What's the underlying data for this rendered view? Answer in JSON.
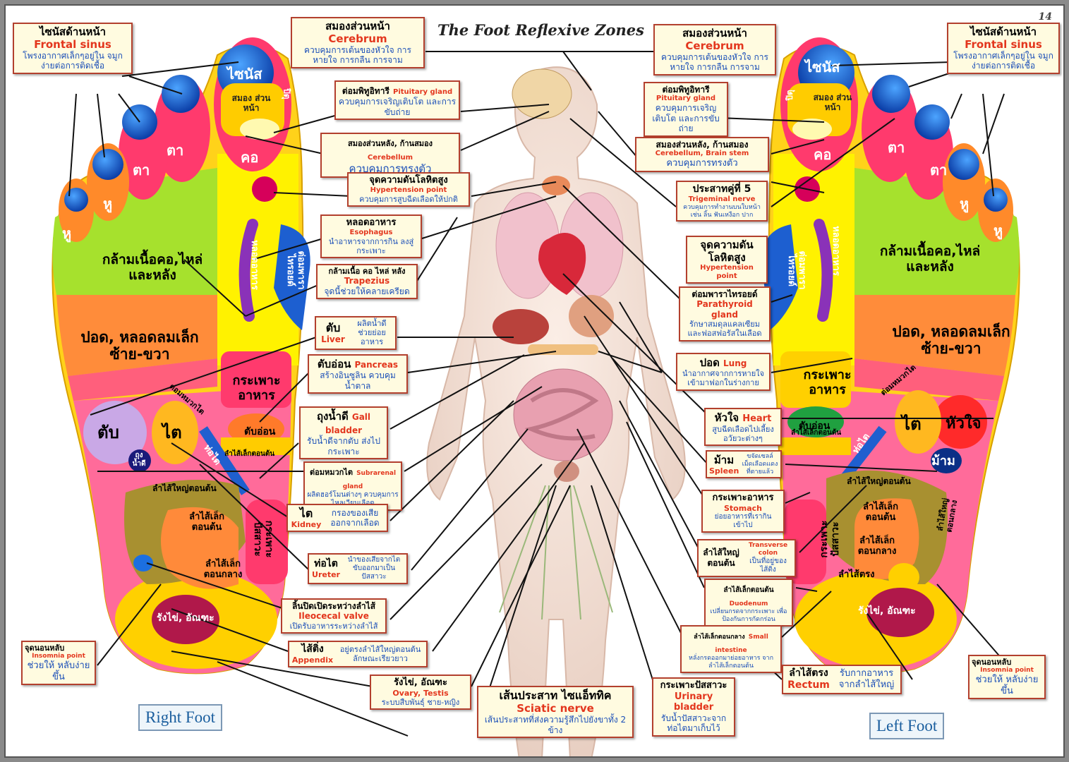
{
  "title": "The Foot Reflexive Zones",
  "page_number": "14",
  "right_foot_label": "Right Foot",
  "left_foot_label": "Left Foot",
  "callouts": {
    "frontal_r": {
      "th": "ไซนัสด้านหน้า",
      "en": "Frontal sinus",
      "desc": "โพรงอากาศเล็กๆอยู่ใน จมูก ง่ายต่อการติดเชื้อ"
    },
    "frontal_l": {
      "th": "ไซนัสด้านหน้า",
      "en": "Frontal sinus",
      "desc": "โพรงอากาศเล็กๆอยู่ใน จมูก ง่ายต่อการติดเชื้อ"
    },
    "cerebrum_r": {
      "th": "สมองส่วนหน้า",
      "en": "Cerebrum",
      "desc": "ควบคุมการเต้นของหัวใจ การหายใจ การกลืน การจาม"
    },
    "cerebrum_l": {
      "th": "สมองส่วนหน้า",
      "en": "Cerebrum",
      "desc": "ควบคุมการเต้นของหัวใจ การหายใจ การกลืน การจาม"
    },
    "pituitary_r": {
      "th": "ต่อมพิทูอิทารี",
      "en": "Pituitary gland",
      "desc": "ควบคุมการเจริญเติบโต และการขับถ่าย"
    },
    "pituitary_l": {
      "th": "ต่อมพิทูอิทารี",
      "en": "Pituitary gland",
      "desc": "ควบคุมการเจริญเติบโต และการขับถ่าย"
    },
    "cerebellum_r": {
      "th": "สมองส่วนหลัง, ก้านสมอง",
      "en": "Cerebellum",
      "desc": "ควบคุมการทรงตัว"
    },
    "cerebellum_l": {
      "th": "สมองส่วนหลัง, ก้านสมอง",
      "en": "Cerebellum, Brain stem",
      "desc": "ควบคุมการทรงตัว"
    },
    "hypertension_r": {
      "th": "จุดความดันโลหิตสูง",
      "en": "Hypertension point",
      "desc": "ควบคุมการสูบฉีดเลือดให้ปกติ"
    },
    "hypertension_l": {
      "th": "จุดความดัน โลหิตสูง",
      "en": "Hypertension point"
    },
    "trigeminal": {
      "th": "ประสาทคู่ที่ 5",
      "en": "Trigeminal nerve",
      "desc": "ควบคุมการทำงานบนใบหน้า เช่น ลิ้น ฟันเหงือก ปาก"
    },
    "esophagus": {
      "th": "หลอดอาหาร",
      "en": "Esophagus",
      "desc": "นำอาหารจากการกิน ลงสู่กระเพาะ"
    },
    "trapezius": {
      "th": "กล้ามเนื้อ คอ ไหล่ หลัง",
      "en": "Trapezius",
      "desc": "จุดนี้ช่วยให้คลายเครียด"
    },
    "parathyroid": {
      "th": "ต่อมพาราไทรอยด์",
      "en": "Parathyroid gland",
      "desc": "รักษาสมดุลแคลเซียม และฟอสฟอรัสในเลือด"
    },
    "liver": {
      "th": "ตับ",
      "en": "Liver",
      "desc": "ผลิตน้ำดี ช่วยย่อย อาหาร"
    },
    "lung": {
      "th": "ปอด",
      "en": "Lung",
      "desc": "นำอากาศจากการหายใจ เข้ามาฟอกในร่างกาย"
    },
    "pancreas": {
      "th": "ตับอ่อน",
      "en": "Pancreas",
      "desc": "สร้างอินซูลิน ควบคุมน้ำตาล"
    },
    "heart": {
      "th": "หัวใจ",
      "en": "Heart",
      "desc": "สูบฉีดเลือดไปเลี้ยง อวัยวะต่างๆ"
    },
    "gall": {
      "th": "ถุงน้ำดี",
      "en": "Gall bladder",
      "desc": "รับน้ำดีจากตับ ส่งไปกระเพาะ"
    },
    "spleen": {
      "th": "ม้าม",
      "en": "Spleen",
      "desc": "ขจัดเซลล์ เม็ดเลือดแดง ที่ตายแล้ว"
    },
    "subrarenal": {
      "th": "ต่อมหมวกไต",
      "en": "Subrarenal gland",
      "desc": "ผลิตฮอร์โมนต่างๆ ควบคุมการไหลเวียนเลือด"
    },
    "stomach": {
      "th": "กระเพาะอาหาร",
      "en": "Stomach",
      "desc": "ย่อยอาหารที่เรากินเข้าไป"
    },
    "kidney": {
      "th": "ไต",
      "en": "Kidney",
      "desc": "กรองของเสีย ออกจากเลือด"
    },
    "transverse": {
      "th": "ลำไส้ใหญ่ ตอนต้น",
      "en": "Transverse colon",
      "desc": "เป็นที่อยู่ของ ไส้ติ่ง"
    },
    "ureter": {
      "th": "ท่อไต",
      "en": "Ureter",
      "desc": "นำของเสียจากไต ขับออกมาเป็น ปัสสาวะ"
    },
    "duodenum": {
      "th": "ลำไส้เล็กตอนต้น",
      "en": "Duodenum",
      "desc": "เปลี่ยนกรดจากกระเพาะ เพื่อป้องกันการกัดกร่อน"
    },
    "ileocecal": {
      "th": "ลิ้นปิดเปิดระหว่างลำไส้",
      "en": "Ileocecal valve",
      "desc": "เปิดรับอาหารระหว่างลำไส้"
    },
    "small_int": {
      "th": "ลำไส้เล็กตอนกลาง",
      "en": "Small intestine",
      "desc": "หลั่งกรดออกมาย่อยอาหาร จากลำไส้เล็กตอนต้น"
    },
    "appendix": {
      "th": "ไส้ติ่ง",
      "en": "Appendix",
      "desc": "อยู่ตรงลำไส้ใหญ่ตอนต้น ลักษณะเรียวยาว"
    },
    "ovary": {
      "th": "รังไข่, อัณฑะ",
      "en": "Ovary, Testis",
      "desc": "ระบบสืบพันธุ์ ชาย-หญิง"
    },
    "sciatic": {
      "th": "เส้นประสาท ไซแอ็ททิค",
      "en": "Sciatic nerve",
      "desc": "เส้นประสาทที่ส่งความรู้สึกไปยังขาทั้ง 2 ข้าง"
    },
    "bladder": {
      "th": "กระเพาะปัสสาวะ",
      "en": "Urinary bladder",
      "desc": "รับน้ำปัสสาวะจาก ท่อไตมาเก็บไว้"
    },
    "rectum": {
      "th": "ลำไส้ตรง",
      "en": "Rectum",
      "desc": "รับกากอาหาร จากลำไส้ใหญ่"
    },
    "insomnia_r": {
      "th": "จุดนอนหลับ",
      "en": "Insomnia point",
      "desc": "ช่วยให้ หลับง่ายขึ้น"
    },
    "insomnia_l": {
      "th": "จุดนอนหลับ",
      "en": "Insomnia point",
      "desc": "ช่วยให้ หลับง่ายขึ้น"
    }
  },
  "right_foot_zones": {
    "sinus": "ไซนัส",
    "brain": "สมอง ส่วนหน้า",
    "pit": "ปิตุ",
    "eye": "ตา",
    "ear": "หู",
    "neck": "คอ",
    "neck_shoulder": "กล้ามเนื้อคอ,ไหล่ และหลัง",
    "esophagus": "หลอดอาหาร",
    "parathyroid": "ต่อมพารา ไทรอยด์",
    "lung": "ปอด, หลอดลมเล็ก ซ้าย-ขวา",
    "stomach": "กระเพาะ อาหาร",
    "liver": "ตับ",
    "kidney": "ไต",
    "adrenal": "ต่อมหมวกไต",
    "pancreas": "ตับอ่อน",
    "duodenum": "ลำไส้เล็กตอนต้น",
    "ureter": "ท่อไต",
    "gall": "ถุง น้ำดี",
    "colon": "ลำไส้ใหญ่ตอนต้น",
    "small_int1": "ลำไส้เล็ก ตอนต้น",
    "small_int2": "ลำไส้เล็ก ตอนกลาง",
    "bladder": "กระเพาะ ปัสสาวะ",
    "ovary": "รังไข่, อัณฑะ"
  },
  "left_foot_zones": {
    "sinus": "ไซนัส",
    "brain": "สมอง ส่วนหน้า",
    "pit": "ปิตุ",
    "eye": "ตา",
    "ear": "หู",
    "neck": "คอ",
    "neck_shoulder": "กล้ามเนื้อคอ,ไหล่ และหลัง",
    "esophagus": "หลอดอาหาร",
    "parathyroid": "ต่อมพารา ไทรอยด์",
    "lung": "ปอด, หลอดลมเล็ก ซ้าย-ขวา",
    "stomach": "กระเพาะ อาหาร",
    "heart": "หัวใจ",
    "kidney": "ไต",
    "adrenal": "ต่อมหมวกไต",
    "pancreas": "ตับอ่อน",
    "duodenum": "ลำไส้เล็กตอนต้น",
    "ureter": "ท่อไต",
    "spleen": "ม้าม",
    "colon": "ลำไส้ใหญ่ตอนต้น",
    "colon_mid": "ลำไส้ใหญ่ ตอนกลาง",
    "small_int1": "ลำไส้เล็ก ตอนต้น",
    "small_int2": "ลำไส้เล็ก ตอนกลาง",
    "bladder": "กระเพาะ ปัสสาวะ",
    "rectum": "ลำไส้ตรง",
    "ovary": "รังไข่, อัณฑะ"
  }
}
